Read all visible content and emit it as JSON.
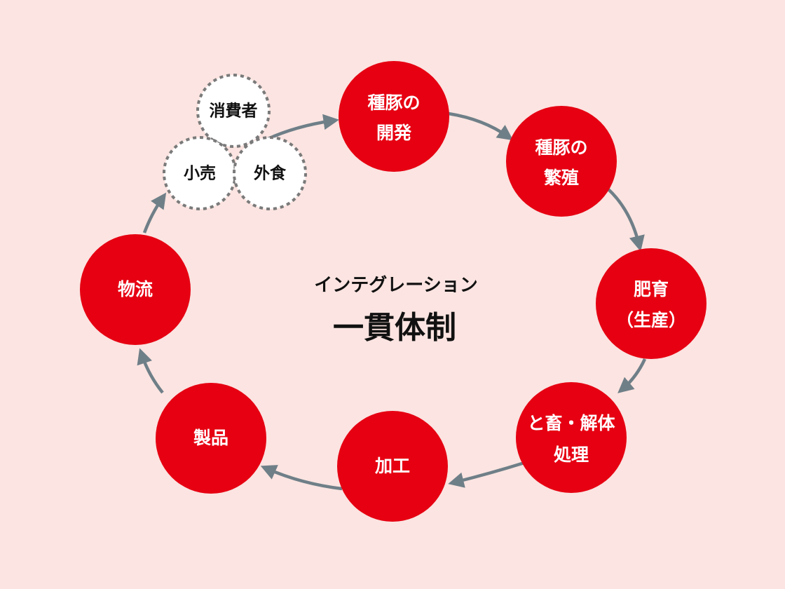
{
  "center": {
    "subtitle": "インテグレーション",
    "title": "一貫体制"
  },
  "nodes": [
    {
      "lines": [
        "種豚の",
        "開発"
      ]
    },
    {
      "lines": [
        "種豚の",
        "繁殖"
      ]
    },
    {
      "lines": [
        "肥育",
        "（生産）"
      ]
    },
    {
      "lines": [
        "と畜・解体",
        "処理"
      ]
    },
    {
      "lines": [
        "加工"
      ]
    },
    {
      "lines": [
        "製品"
      ]
    },
    {
      "lines": [
        "物流"
      ]
    }
  ],
  "consumers": [
    {
      "label": "消費者"
    },
    {
      "label": "小売"
    },
    {
      "label": "外食"
    }
  ],
  "colors": {
    "background": "#fbe4e1",
    "node_fill": "#e60012",
    "arrow": "#6f7f88",
    "consumer_fill": "#ffffff",
    "consumer_border": "#7a7a7a"
  }
}
